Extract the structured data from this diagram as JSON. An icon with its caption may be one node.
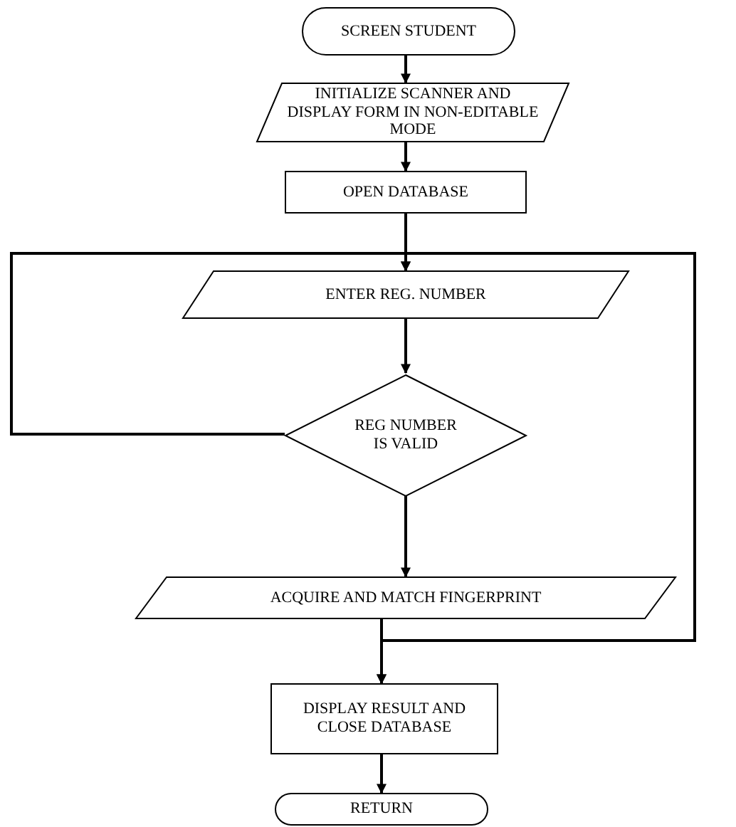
{
  "diagram": {
    "nodes": [
      {
        "text": [
          "SCREEN STUDENT"
        ]
      },
      {
        "text": [
          "INITIALIZE SCANNER AND DISPLAY FORM IN NON-EDITABLE MODE"
        ]
      },
      {
        "text": [
          "OPEN DATABASE"
        ]
      },
      {
        "text": [
          "ENTER REG. NUMBER"
        ]
      },
      {
        "text": [
          "REG NUMBER IS VALID"
        ]
      },
      {
        "text": [
          "ACQUIRE AND MATCH FINGERPRINT"
        ]
      },
      {
        "text": [
          "DISPLAY RESULT AND CLOSE DATABASE"
        ]
      },
      {
        "text": [
          "RETURN"
        ]
      }
    ],
    "edges": [
      {
        "from": 0,
        "to": 1,
        "arrow": "to"
      },
      {
        "from": 1,
        "to": 2,
        "arrow": "to"
      },
      {
        "from": 2,
        "to": 3,
        "arrow": "to"
      },
      {
        "from": 3,
        "to": 4,
        "arrow": "to"
      },
      {
        "from": 4,
        "to": 5,
        "arrow": "to"
      },
      {
        "from": 4,
        "to": 3,
        "arrow": "to"
      },
      {
        "from": 2,
        "to": 6,
        "arrow": "to"
      },
      {
        "from": 5,
        "to": 6,
        "arrow": "to"
      },
      {
        "from": 6,
        "to": 7,
        "arrow": "to"
      }
    ]
  }
}
